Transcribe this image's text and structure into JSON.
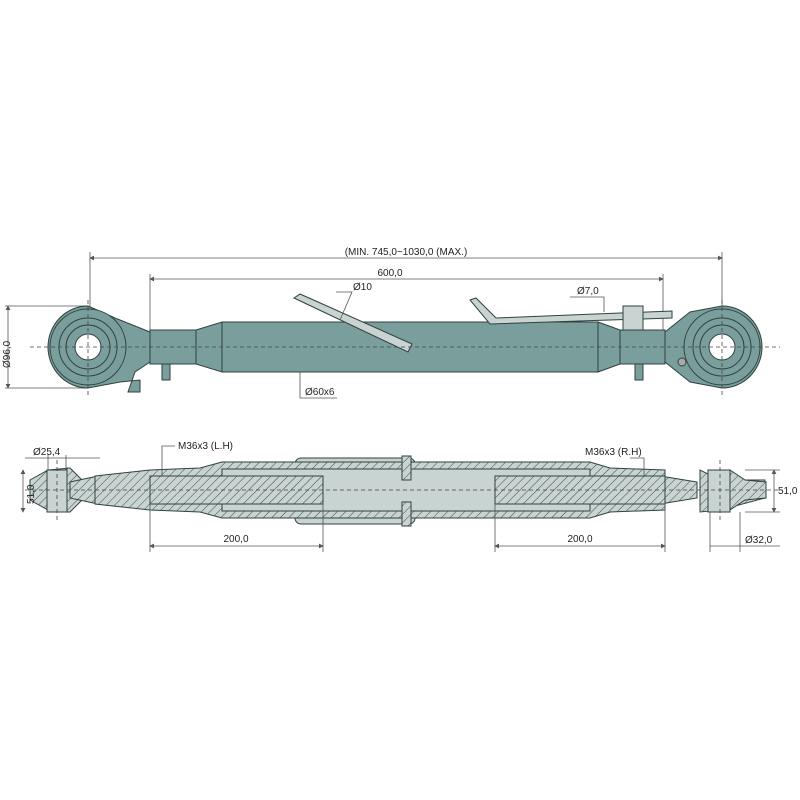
{
  "top_view": {
    "overall_length": "(MIN. 745,0~1030,0 (MAX.)",
    "tube_length": "600,0",
    "handle_diameter": "Ø10",
    "pin_diameter": "Ø7,0",
    "eye_diameter": "Ø96,0",
    "tube_spec": "Ø60x6"
  },
  "section_view": {
    "left_thread": "M36x3 (L.H)",
    "right_thread": "M36x3 (R.H)",
    "left_bore": "Ø25,4",
    "right_bore": "Ø32,0",
    "left_ball_width": "51,0",
    "right_ball_width": "51,0",
    "left_thread_length": "200,0",
    "right_thread_length": "200,0"
  },
  "colors": {
    "body": "#7a9e9b",
    "section": "#c9d3d1"
  }
}
